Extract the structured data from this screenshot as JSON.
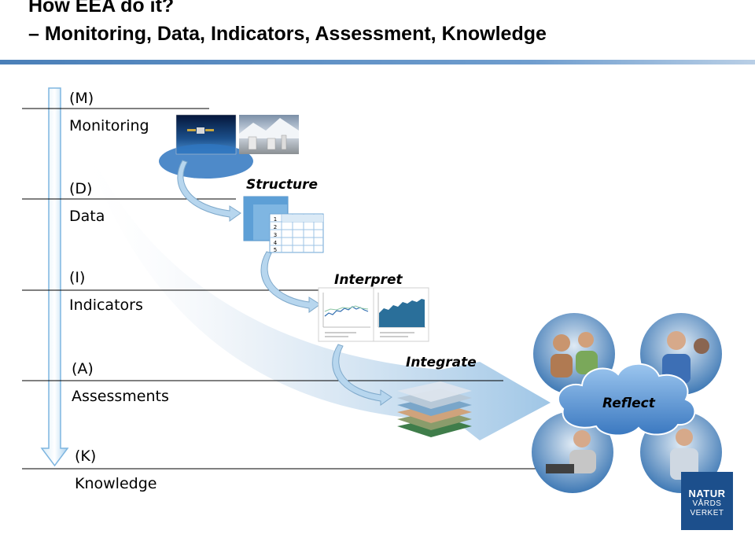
{
  "title": {
    "line1": "How  EEA do it?",
    "line2": "– Monitoring, Data, Indicators, Assessment, Knowledge"
  },
  "levels": [
    {
      "code": "(M)",
      "name": "Monitoring"
    },
    {
      "code": "(D)",
      "name": "Data"
    },
    {
      "code": "(I)",
      "name": "Indicators"
    },
    {
      "code": "(A)",
      "name": "Assessments"
    },
    {
      "code": "(K)",
      "name": "Knowledge"
    }
  ],
  "steps": {
    "structure": "Structure",
    "interpret": "Interpret",
    "integrate": "Integrate",
    "reflect": "Reflect"
  },
  "table_rows": [
    "1",
    "2",
    "3",
    "4",
    "5"
  ],
  "logo": {
    "line1": "NATUR",
    "line2": "VÅRDS",
    "line3": "VERKET"
  },
  "colors": {
    "title_bar": "#4a7fb8",
    "arrow": "#8fc1e6",
    "cloud": "#4b8ad0",
    "logo": "#1c4f8c"
  }
}
